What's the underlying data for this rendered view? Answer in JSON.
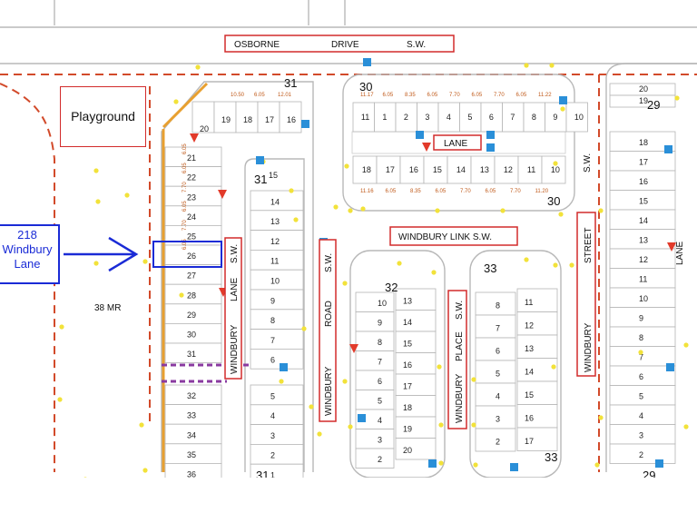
{
  "streets": {
    "osborne": {
      "a": "OSBORNE",
      "b": "DRIVE",
      "c": "S.W."
    },
    "link": "WINDBURY LINK S.W.",
    "lane_top": "LANE",
    "wl_a": "WINDBURY",
    "wl_b": "LANE",
    "wl_c": "S.W.",
    "wr_a": "WINDBURY",
    "wr_b": "ROAD",
    "wr_c": "S.W.",
    "wp_a": "WINDBURY",
    "wp_b": "PLACE",
    "wp_c": "S.W.",
    "ws_a": "WINDBURY",
    "ws_b": "STREET",
    "ws_c": "S.W.",
    "lane_right": "LANE"
  },
  "playground": "Playground",
  "callout": {
    "line1": "218",
    "line2": "Windbury",
    "line3": "Lane"
  },
  "mr_label": "38 MR",
  "blocks": {
    "b31": "31",
    "b31s": "15",
    "b30": "30",
    "b30b": "30",
    "b29": "29",
    "b32": "32",
    "b33": "33",
    "b33b": "33",
    "b31b": "31",
    "b29b": "29"
  },
  "top_row": [
    "11",
    "1",
    "2",
    "3",
    "4",
    "5",
    "6",
    "7",
    "8",
    "9",
    "10"
  ],
  "top_row2": [
    "18",
    "17",
    "16",
    "15",
    "14",
    "13",
    "12",
    "11",
    "10"
  ],
  "top_dims": [
    "11.17",
    "6.05",
    "8.35",
    "6.05",
    "7.70",
    "6.05",
    "7.70",
    "6.05",
    "11.22"
  ],
  "top_dims2": [
    "11.16",
    "6.05",
    "8.35",
    "6.05",
    "7.70",
    "6.05",
    "7.70",
    "11.20"
  ],
  "corner_lots": [
    "20",
    "19",
    "18",
    "17",
    "16"
  ],
  "corner_dims": [
    "10.50",
    "6.05",
    "12.01"
  ],
  "left_col": [
    "21",
    "22",
    "23",
    "24",
    "25",
    "26",
    "27",
    "28",
    "29",
    "30",
    "31"
  ],
  "left_col2": [
    "32",
    "33",
    "34",
    "35",
    "36"
  ],
  "mid_col": [
    "14",
    "13",
    "12",
    "11",
    "10",
    "9",
    "8",
    "7",
    "6"
  ],
  "mid_col2": [
    "5",
    "4",
    "3",
    "2",
    "1"
  ],
  "c32_left": [
    "10",
    "9",
    "8",
    "7",
    "6",
    "5",
    "4",
    "3",
    "2"
  ],
  "c32_right": [
    "13",
    "14",
    "15",
    "16",
    "17",
    "18",
    "19",
    "20"
  ],
  "c33_left": [
    "8",
    "7",
    "6",
    "5",
    "4",
    "3",
    "2"
  ],
  "c33_right": [
    "11",
    "12",
    "13",
    "14",
    "15",
    "16",
    "17"
  ],
  "right_col": [
    "18",
    "17",
    "16",
    "15",
    "14",
    "13",
    "12",
    "11",
    "10",
    "9",
    "8",
    "7",
    "6",
    "5",
    "4",
    "3",
    "2"
  ],
  "far_col": [
    "20",
    "19"
  ],
  "dims_col": [
    "6.05",
    "6.05",
    "7.70",
    "6.05",
    "7.70",
    "6.05"
  ]
}
